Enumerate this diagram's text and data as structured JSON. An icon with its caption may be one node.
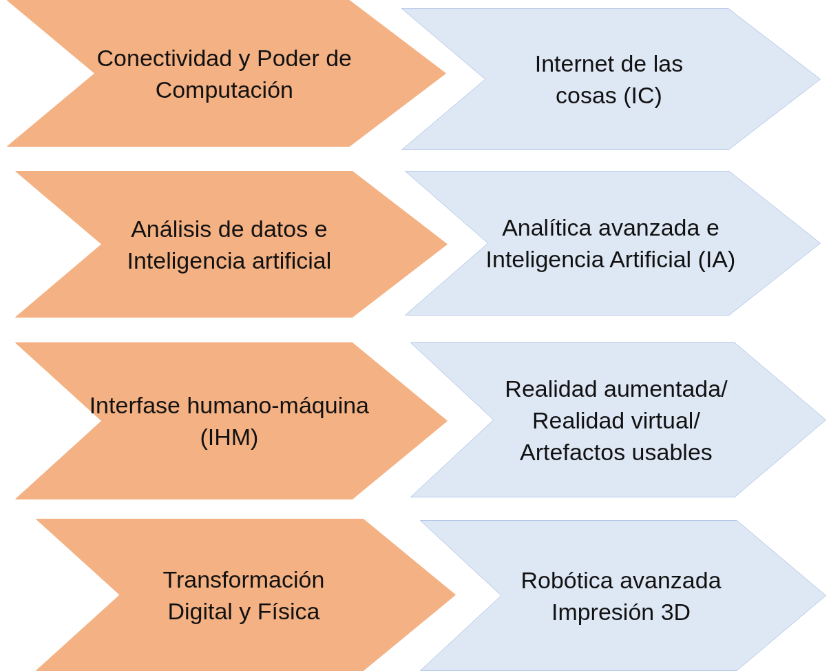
{
  "diagram": {
    "nodes": [
      {
        "text": [
          "Conectividad y Poder de Computación"
        ]
      },
      {
        "text": [
          "Internet de las cosas (IC)"
        ]
      },
      {
        "text": [
          "Análisis de datos e Inteligencia artificial"
        ]
      },
      {
        "text": [
          "Analítica avanzada e Inteligencia Artificial (IA)"
        ]
      },
      {
        "text": [
          "Interfase humano-máquina (IHM)"
        ]
      },
      {
        "text": [
          "Realidad aumentada/ Realidad virtual/ Artefactos usables"
        ]
      },
      {
        "text": [
          "Transformación Digital y Física"
        ]
      },
      {
        "text": [
          "Robótica avanzada Impresión 3D"
        ]
      }
    ]
  }
}
